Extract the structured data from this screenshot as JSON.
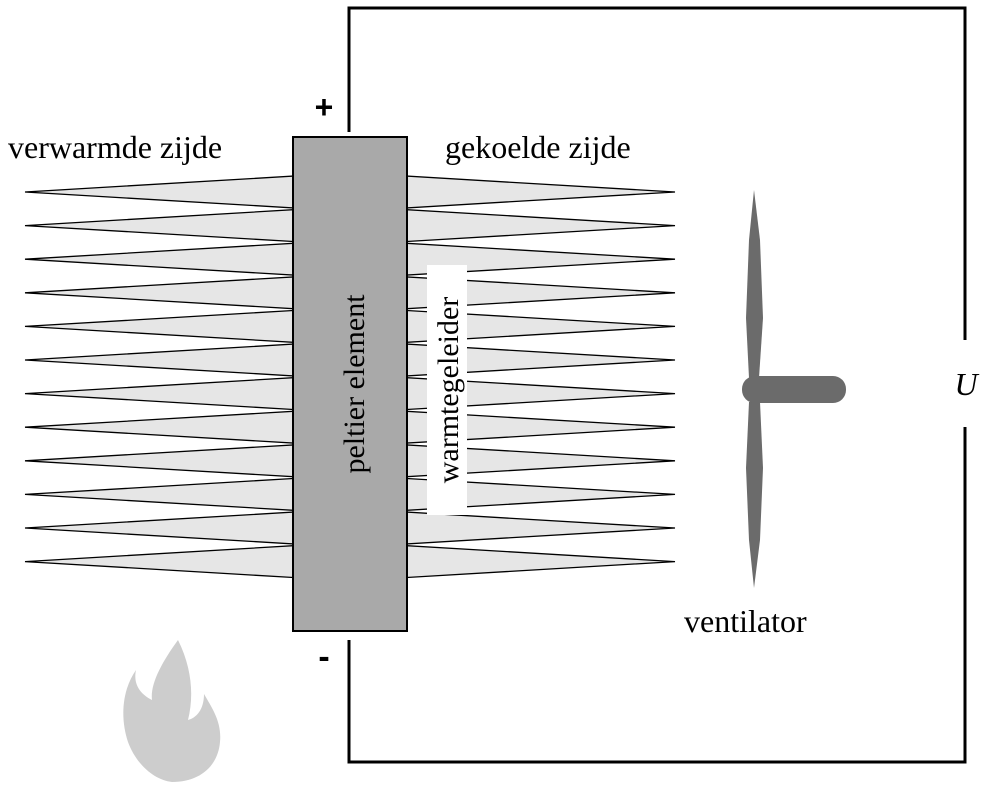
{
  "labels": {
    "heated_side": "verwarmde zijde",
    "cooled_side": "gekoelde zijde",
    "peltier": "peltier element",
    "heat_conductor": "warmtegeleider",
    "fan": "ventilator",
    "voltage": "U",
    "plus": "+",
    "minus": "-"
  },
  "colors": {
    "peltier_fill": "#a9a9a9",
    "fin_fill": "#e6e6e6",
    "fan_fill": "#6b6b6b",
    "flame_fill": "#cdcdcd",
    "wire": "#000000"
  },
  "icons": {
    "flame": "flame-icon",
    "fan": "fan-icon"
  }
}
